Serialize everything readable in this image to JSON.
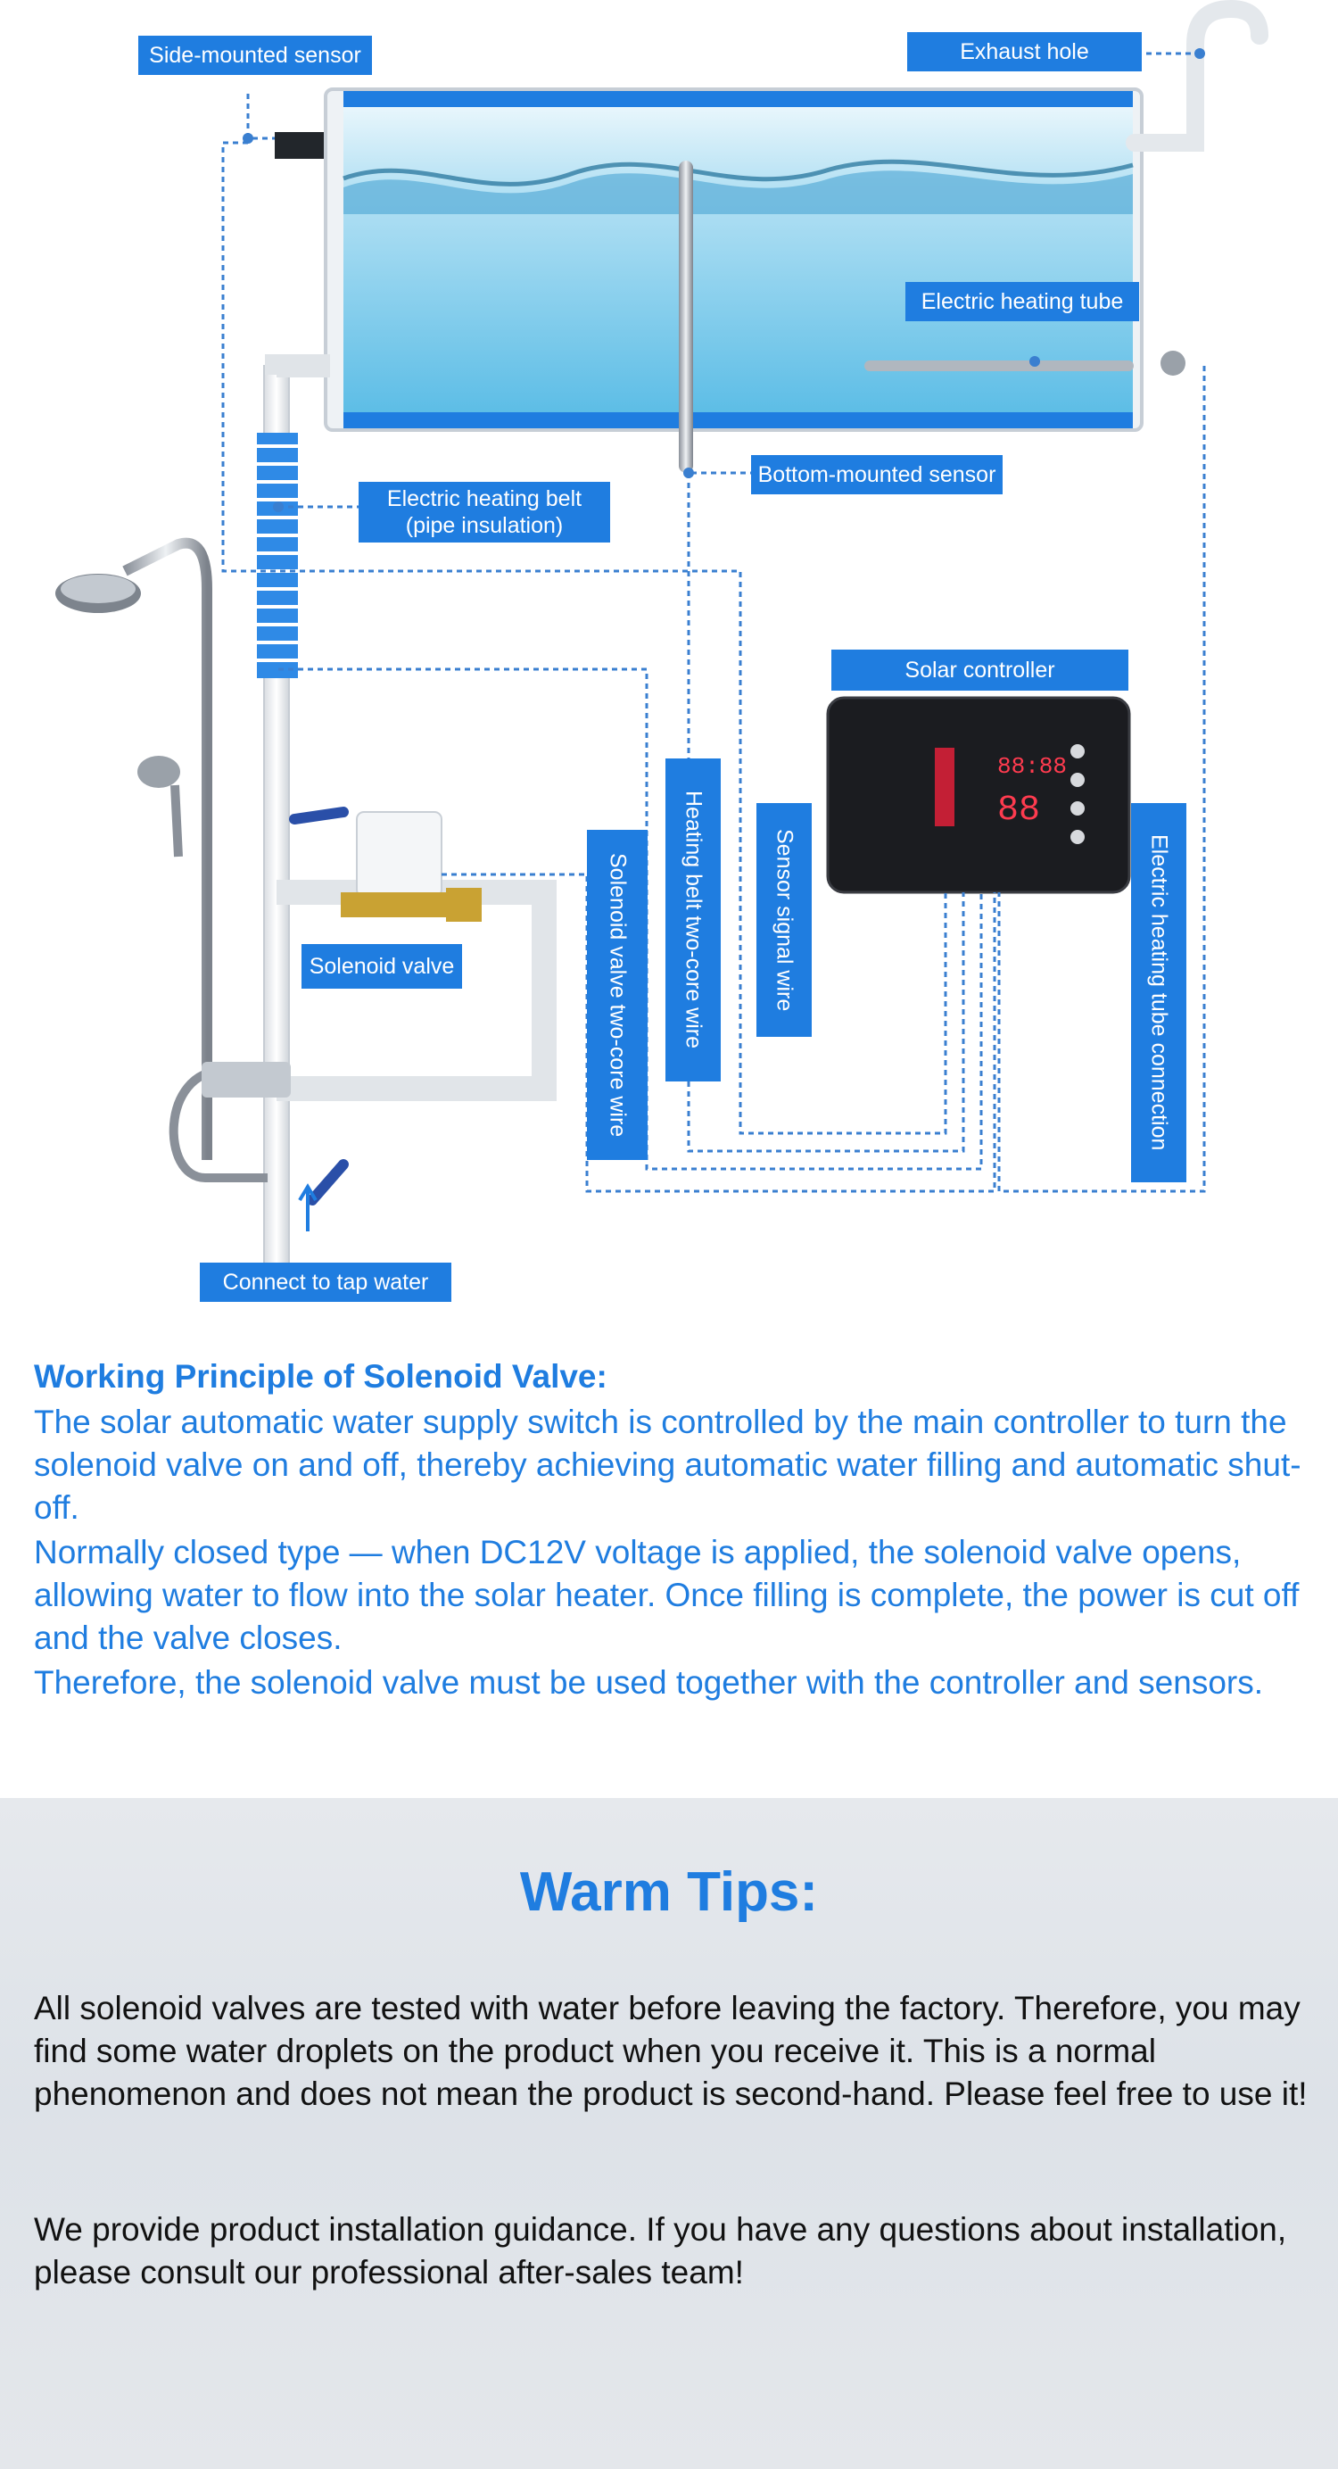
{
  "diagram": {
    "labels": {
      "side_sensor": "Side-mounted sensor",
      "exhaust_hole": "Exhaust hole",
      "heating_tube": "Electric heating tube",
      "bottom_sensor": "Bottom-mounted sensor",
      "heating_belt_line1": "Electric heating belt",
      "heating_belt_line2": "(pipe insulation)",
      "solar_controller": "Solar controller",
      "solenoid_valve": "Solenoid valve",
      "tap_water": "Connect to tap water",
      "valve_wire": "Solenoid valve two-core wire",
      "belt_wire": "Heating belt two-core wire",
      "sensor_wire": "Sensor signal wire",
      "tube_connection": "Electric heating tube connection"
    },
    "controller_display": {
      "time": "88:88",
      "temp": "88"
    },
    "colors": {
      "label_bg": "#1f7de0",
      "wire": "#3a7fd0",
      "water": "#5cbde6"
    }
  },
  "principle": {
    "title": "Working Principle of Solenoid Valve:",
    "p1": "The solar automatic water supply switch is controlled by the main controller to turn the solenoid valve on and off, thereby achieving automatic water filling and automatic shut-off.",
    "p2": "Normally closed type — when DC12V voltage is applied, the solenoid valve opens, allowing water to flow into the solar heater. Once filling is complete, the power is cut off and the valve closes.",
    "p3": "Therefore, the solenoid valve must be used together with the controller and sensors."
  },
  "tips": {
    "title": "Warm Tips:",
    "p1": "All solenoid valves are tested with water before leaving the factory. Therefore, you may find some water droplets on the product when you receive it. This is a normal phenomenon and does not mean the product is second-hand. Please feel free to use it!",
    "p2": "We provide product installation guidance. If you have any questions about installation, please consult our professional after-sales team!"
  }
}
